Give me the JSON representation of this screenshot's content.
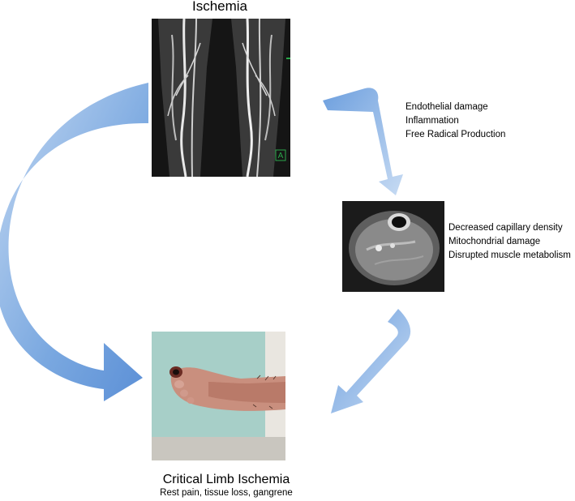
{
  "top": {
    "title": "Ischemia",
    "scan_marker": "A"
  },
  "middle": {
    "mechanisms": [
      "Endothelial damage",
      "Inflammation",
      "Free Radical Production"
    ],
    "effects": [
      "Decreased capillary density",
      "Mitochondrial damage",
      "Disrupted muscle metabolism"
    ]
  },
  "bottom": {
    "title": "Critical Limb Ischemia",
    "subtitle": "Rest pain, tissue loss, gangrene"
  },
  "colors": {
    "arrow_light": "#c9dcf3",
    "arrow_dark": "#5f93d6"
  }
}
